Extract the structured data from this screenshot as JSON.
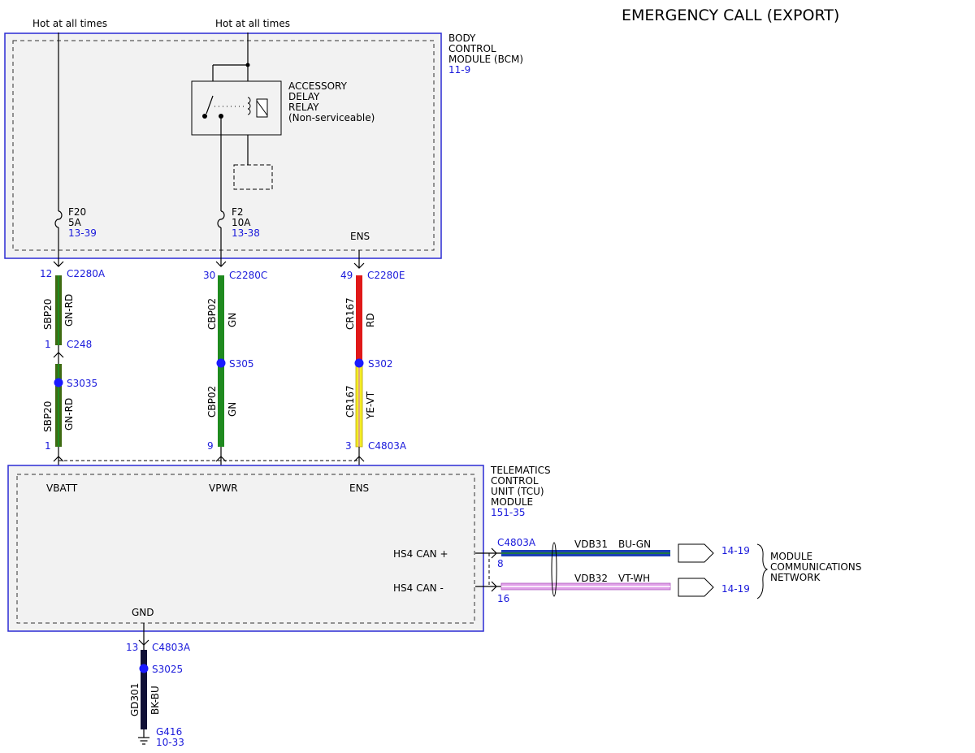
{
  "title": "EMERGENCY CALL (EXPORT)",
  "colors": {
    "module_border": "#2b2bd4",
    "module_fill": "#f2f2f2",
    "ref_text": "#1a1adb",
    "splice": "#1a1aff",
    "wire_green": "#1f8a1f",
    "wire_green_red": "#3f6b12",
    "wire_red": "#e01818",
    "wire_yellow": "#f4ec28",
    "wire_blue": "#1b3fb8",
    "wire_violet": "#e0a0e8",
    "wire_black": "#101036"
  },
  "power": {
    "left": "Hot at all times",
    "right": "Hot at all times"
  },
  "bcm": {
    "name_lines": [
      "BODY",
      "CONTROL",
      "MODULE (BCM)"
    ],
    "ref": "11-9",
    "relay_lines": [
      "ACCESSORY",
      "DELAY",
      "RELAY",
      "(Non-serviceable)"
    ],
    "fuse_f20": {
      "name": "F20",
      "rating": "5A",
      "ref": "13-39"
    },
    "fuse_f2": {
      "name": "F2",
      "rating": "10A",
      "ref": "13-38"
    },
    "ens_label": "ENS"
  },
  "circuits": {
    "sbp20": {
      "top_pin": "12",
      "top_conn": "C2280A",
      "wire1_circuit": "SBP20",
      "wire1_color": "GN-RD",
      "mid_pin": "1",
      "mid_conn": "C248",
      "splice": "S3035",
      "wire2_circuit": "SBP20",
      "wire2_color": "GN-RD",
      "bot_pin": "1"
    },
    "cbp02": {
      "top_pin": "30",
      "top_conn": "C2280C",
      "wire1_circuit": "CBP02",
      "wire1_color": "GN",
      "splice": "S305",
      "wire2_circuit": "CBP02",
      "wire2_color": "GN",
      "bot_pin": "9"
    },
    "cr167": {
      "top_pin": "49",
      "top_conn": "C2280E",
      "wire1_circuit": "CR167",
      "wire1_color": "RD",
      "splice": "S302",
      "wire2_circuit": "CR167",
      "wire2_color": "YE-VT",
      "bot_pin": "3",
      "bot_conn": "C4803A"
    }
  },
  "tcu": {
    "name_lines": [
      "TELEMATICS",
      "CONTROL",
      "UNIT (TCU)",
      "MODULE"
    ],
    "ref": "151-35",
    "pins": {
      "vbatt": "VBATT",
      "vpwr": "VPWR",
      "ens": "ENS",
      "gnd": "GND",
      "can_plus": "HS4 CAN +",
      "can_minus": "HS4 CAN -"
    }
  },
  "can": {
    "connector": "C4803A",
    "plus": {
      "pin": "8",
      "circuit": "VDB31",
      "color": "BU-GN",
      "ref": "14-19"
    },
    "minus": {
      "pin": "16",
      "circuit": "VDB32",
      "color": "VT-WH",
      "ref": "14-19"
    },
    "network_lines": [
      "MODULE",
      "COMMUNICATIONS",
      "NETWORK"
    ]
  },
  "ground": {
    "pin": "13",
    "conn": "C4803A",
    "splice": "S3025",
    "circuit": "GD301",
    "color": "BK-BU",
    "ground_id": "G416",
    "ground_ref": "10-33"
  }
}
